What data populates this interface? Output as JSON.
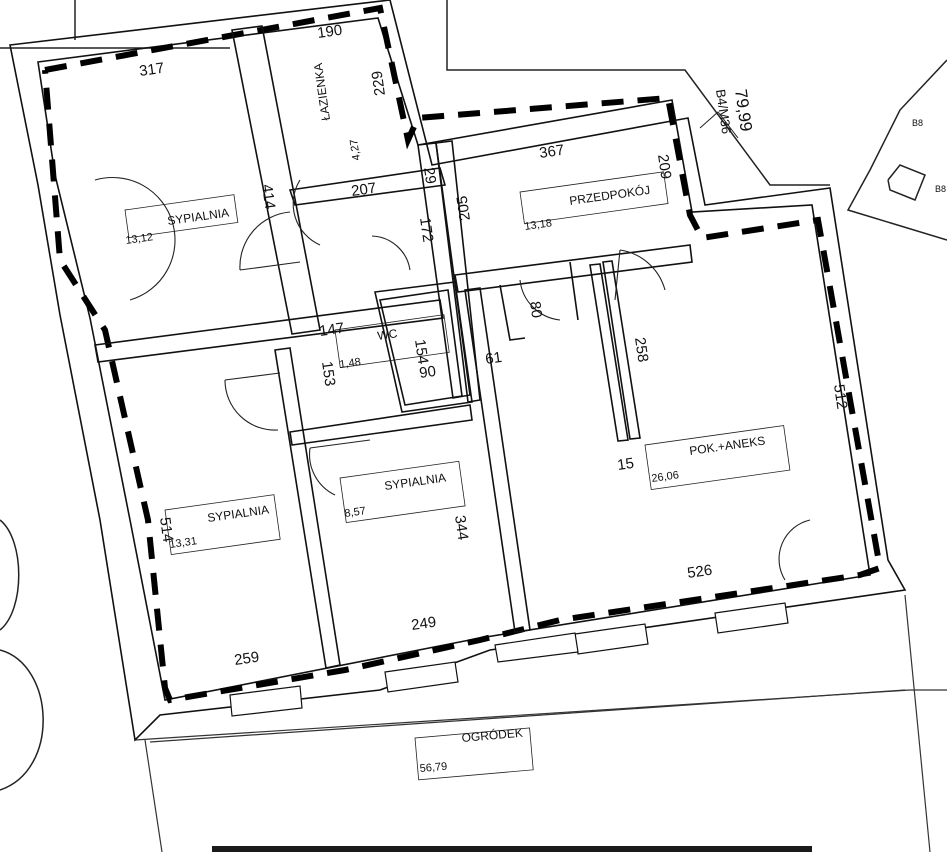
{
  "unit": {
    "code": "B4/M36",
    "area": "79,99"
  },
  "rooms": [
    {
      "key": "sypialnia-1",
      "name": "SYPIALNIA",
      "area": "13,12"
    },
    {
      "key": "lazienka",
      "name": "ŁAZIENKA",
      "area": "4,27"
    },
    {
      "key": "przedpokoj",
      "name": "PRZEDPOKÓJ",
      "area": "13,18"
    },
    {
      "key": "wc",
      "name": "WC",
      "area": "1,48"
    },
    {
      "key": "sypialnia-2",
      "name": "SYPIALNIA",
      "area": "13,31"
    },
    {
      "key": "sypialnia-3",
      "name": "SYPIALNIA",
      "area": "8,57"
    },
    {
      "key": "pokoj-aneks",
      "name": "POK.+ANEKS",
      "area": "26,06"
    },
    {
      "key": "ogrodek",
      "name": "OGRÓDEK",
      "area": "56,79"
    }
  ],
  "dimensions": [
    "317",
    "190",
    "229",
    "414",
    "207",
    "29",
    "172",
    "205",
    "367",
    "209",
    "80",
    "147",
    "153",
    "154",
    "90",
    "61",
    "258",
    "15",
    "512",
    "514",
    "344",
    "249",
    "259",
    "526"
  ],
  "neighbor_labels": [
    "B8",
    "B8"
  ]
}
